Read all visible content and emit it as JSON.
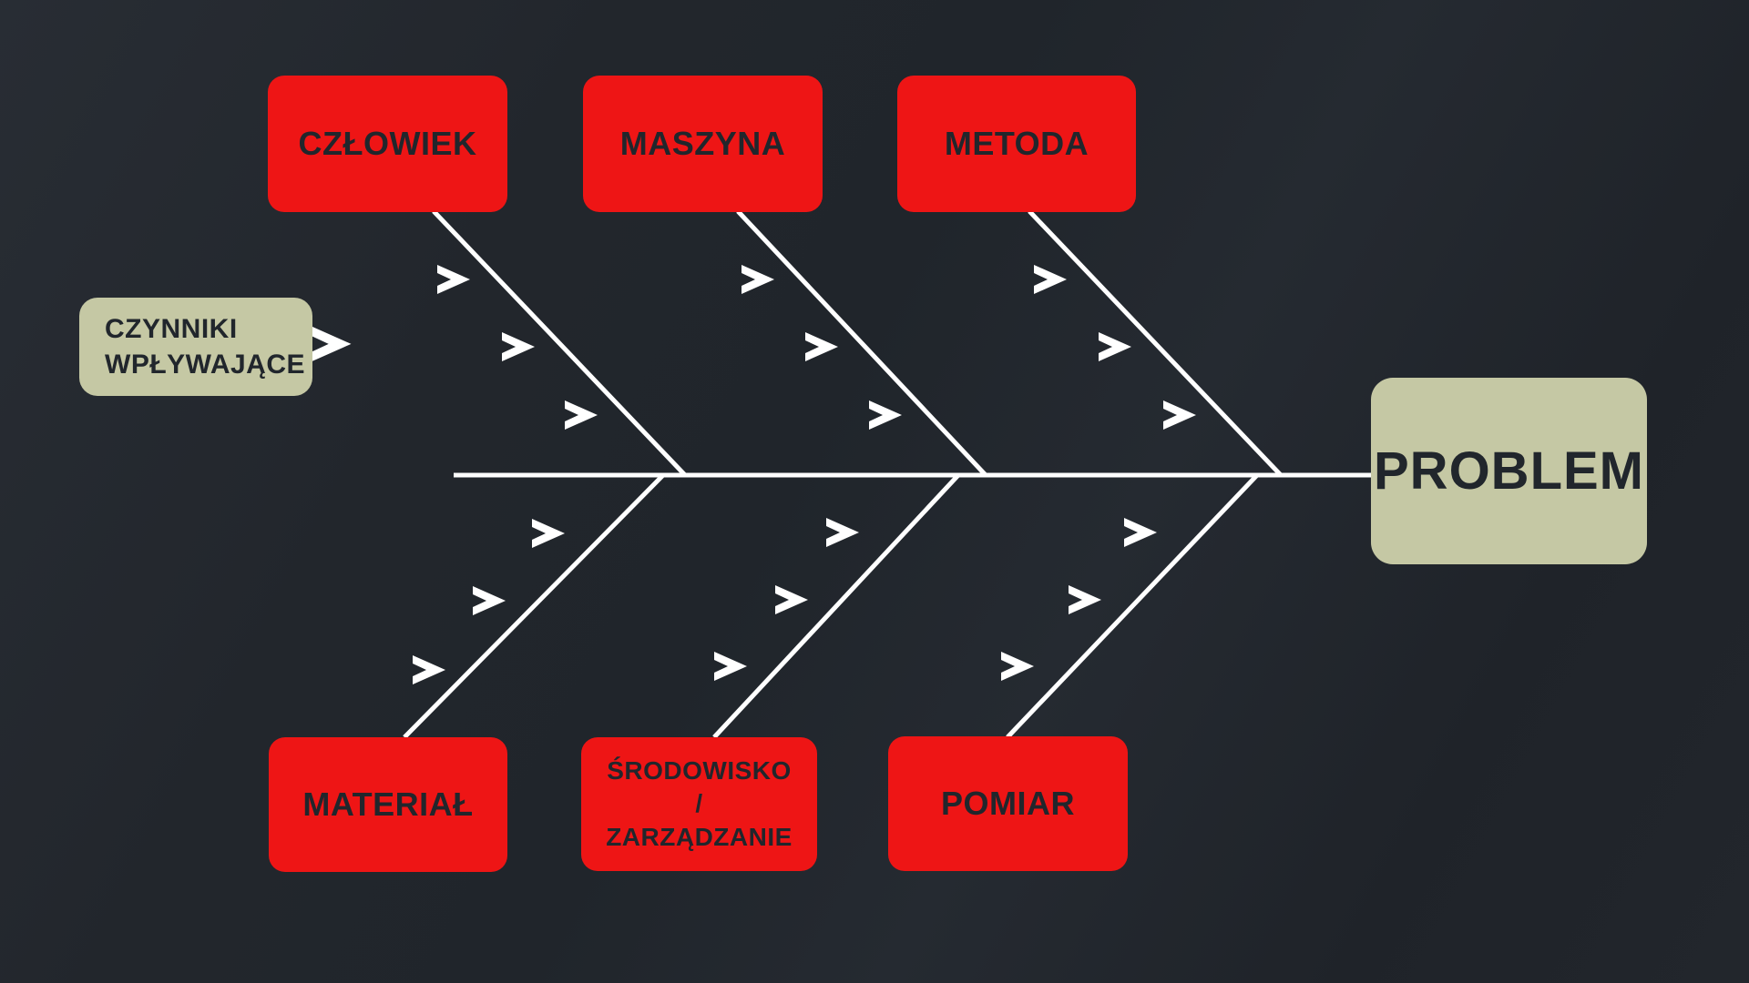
{
  "diagram": {
    "kind": "fishbone-ishikawa",
    "nodes": {
      "czlowiek": {
        "label": "CZŁOWIEK"
      },
      "maszyna": {
        "label": "MASZYNA"
      },
      "metoda": {
        "label": "METODA"
      },
      "material": {
        "label": "MATERIAŁ"
      },
      "srodowisko": {
        "line1": "ŚRODOWISKO",
        "line2": "/",
        "line3": "ZARZĄDZANIE"
      },
      "pomiar": {
        "label": "POMIAR"
      },
      "czynniki": {
        "line1": "CZYNNIKI",
        "line2": "WPŁYWAJĄCE"
      },
      "problem": {
        "label": "PROBLEM"
      }
    },
    "icons": {
      "chevron": "❯"
    },
    "colors": {
      "background": "#22262c",
      "category_box": "#ee1515",
      "neutral_box": "#c5c8a4",
      "box_text": "#21262c",
      "line": "#ffffff"
    }
  }
}
